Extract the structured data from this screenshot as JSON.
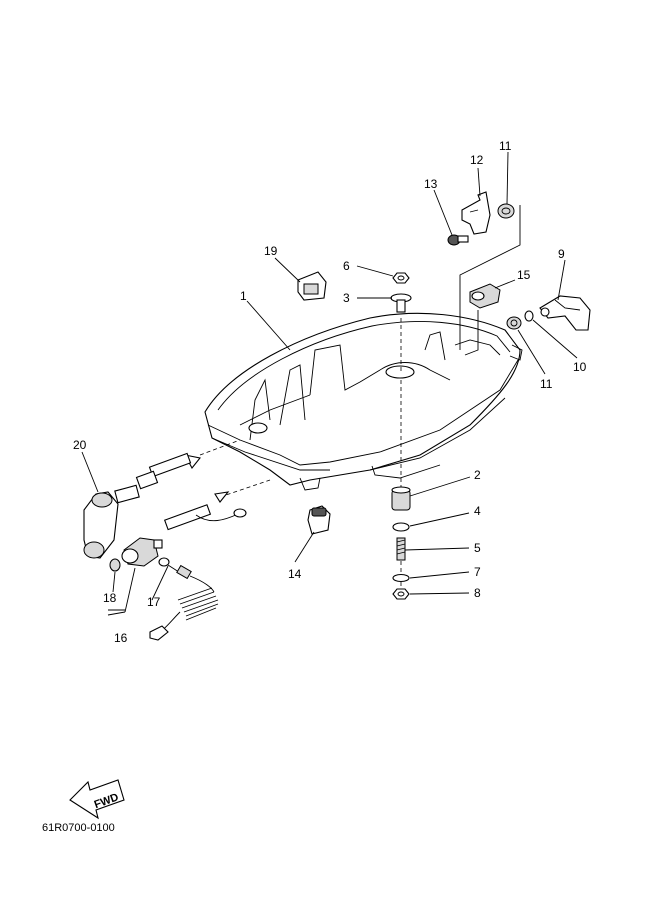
{
  "diagram": {
    "callouts": [
      "1",
      "2",
      "3",
      "4",
      "5",
      "6",
      "7",
      "8",
      "9",
      "10",
      "11",
      "11",
      "12",
      "13",
      "14",
      "15",
      "16",
      "17",
      "18",
      "19",
      "20"
    ],
    "fwd_label": "FWD",
    "drawing_code": "61R0700-0100"
  }
}
